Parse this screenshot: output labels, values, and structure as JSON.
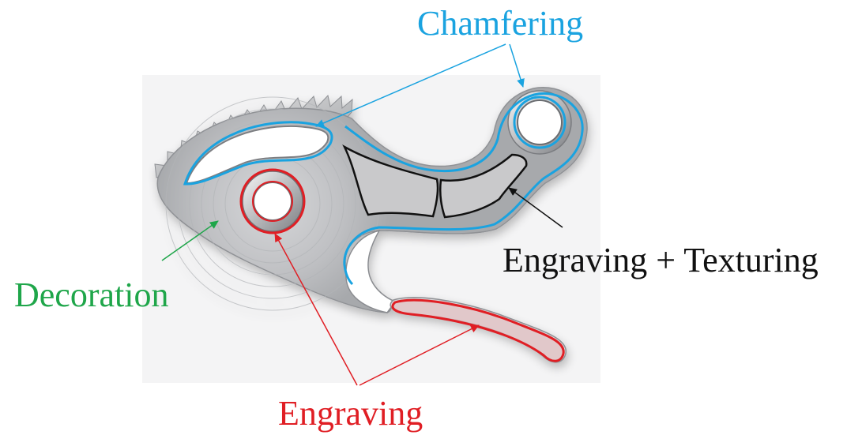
{
  "labels": {
    "chamfering": "Chamfering",
    "engraving_texturing": "Engraving + Texturing",
    "decoration": "Decoration",
    "engraving": "Engraving"
  },
  "colors": {
    "chamfering": "#1aa3e0",
    "engraving_texturing": "#111111",
    "decoration": "#1fa64a",
    "engraving": "#e01e24",
    "metal_light": "#e4e4e6",
    "metal_dark": "#8d8f93",
    "recess_fill": "#c9c9cb"
  }
}
